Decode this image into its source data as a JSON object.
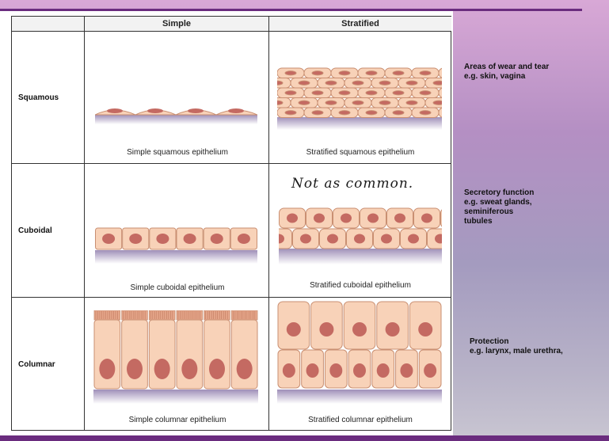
{
  "columns": {
    "simple": "Simple",
    "stratified": "Stratified"
  },
  "rows": {
    "squamous": "Squamous",
    "cuboidal": "Cuboidal",
    "columnar": "Columnar"
  },
  "captions": {
    "simple_squamous": "Simple squamous epithelium",
    "stratified_squamous": "Stratified squamous epithelium",
    "simple_cuboidal": "Simple cuboidal epithelium",
    "stratified_cuboidal": "Stratified cuboidal epithelium",
    "simple_columnar": "Simple columnar epithelium",
    "stratified_columnar": "Stratified columnar epithelium"
  },
  "annotation": "Not as common.",
  "notes": {
    "squamous_line1": "Areas of wear and tear",
    "squamous_line2": "e.g. skin, vagina",
    "cuboidal_line1": "Secretory function",
    "cuboidal_line2": "e.g. sweat glands,",
    "cuboidal_line3": "seminiferous",
    "cuboidal_line4": "tubules",
    "columnar_line1": "Protection",
    "columnar_line2": "e.g. larynx, male urethra,"
  },
  "colors": {
    "cell_fill": "#f8d2b8",
    "cell_stroke": "#c98f72",
    "nucleus": "#c46a62",
    "basement": "#9f8fb8",
    "accent_line": "#6a2c7e"
  }
}
